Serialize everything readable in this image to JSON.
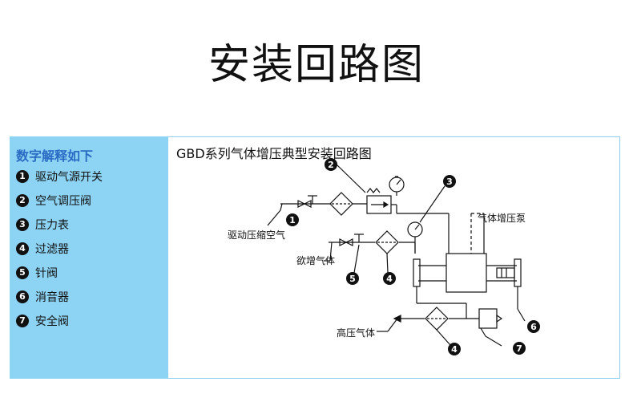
{
  "page_title": "安装回路图",
  "legend": {
    "title": "数字解释如下",
    "items": [
      {
        "num": "1",
        "label": "驱动气源开关"
      },
      {
        "num": "2",
        "label": "空气调压阀"
      },
      {
        "num": "3",
        "label": "压力表"
      },
      {
        "num": "4",
        "label": "过滤器"
      },
      {
        "num": "5",
        "label": "针阀"
      },
      {
        "num": "6",
        "label": "消音器"
      },
      {
        "num": "7",
        "label": "安全阀"
      }
    ]
  },
  "diagram": {
    "title": "GBD系列气体增压典型安装回路图",
    "labels": {
      "drive_air": "驱动压缩空气",
      "booster_pump": "气体增压泵",
      "gas_to_boost": "欲增气体",
      "high_pressure_gas": "高压气体"
    },
    "callouts": {
      "c1": "1",
      "c2": "2",
      "c3": "3",
      "c4a": "4",
      "c5": "5",
      "c4b": "4",
      "c6": "6",
      "c7": "7"
    }
  }
}
